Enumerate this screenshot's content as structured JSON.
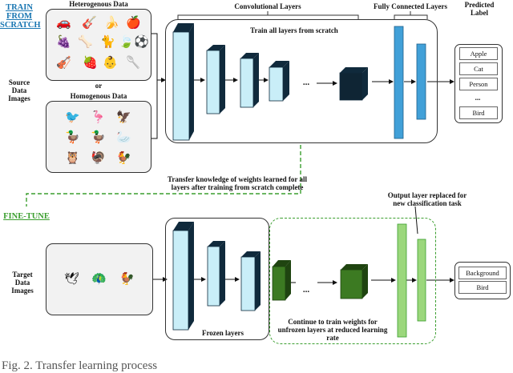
{
  "colors": {
    "train_blue": "#1976b2",
    "finetune_green": "#3a9e2e",
    "layer_dark": "#102a3c",
    "frozen_light": "#c9eef8",
    "fc_blue": "#41a0d8",
    "fc_green": "#9bd77c",
    "green_block": "#3c7a22"
  },
  "sidebar": {
    "train": {
      "line1": "TRAIN",
      "line2": "FROM",
      "line3": "SCRATCH"
    },
    "finetune": "FINE-TUNE",
    "source": {
      "line1": "Source",
      "line2": "Data",
      "line3": "Images"
    },
    "target": {
      "line1": "Target",
      "line2": "Data",
      "line3": "Images"
    }
  },
  "top": {
    "heterogenous_label": "Heterogenous Data",
    "or_label": "or",
    "homogenous_label": "Homogenous Data",
    "conv_label": "Convolutional Layers",
    "fc_label": "Fully Connected Layers",
    "train_all_label": "Train all layers from scratch",
    "predicted": {
      "line1": "Predicted",
      "line2": "Label"
    },
    "outputs": [
      "Apple",
      "Cat",
      "Person",
      "...",
      "Bird"
    ],
    "ellipsis": "..."
  },
  "transfer": {
    "line1": "Transfer knowledge of weights learned for all",
    "line2": "layers after training from scratch complete"
  },
  "bottom": {
    "output_replaced": {
      "line1": "Output layer replaced for",
      "line2": "new classification task"
    },
    "frozen_label": "Frozen layers",
    "continue": {
      "line1": "Continue to train weights for",
      "line2": "unfrozen layers at reduced learning",
      "line3": "rate"
    },
    "outputs": [
      "Background",
      "Bird"
    ],
    "ellipsis": "..."
  },
  "icons": {
    "heterogenous": [
      "car-icon",
      "guitar-icon",
      "banana-icon",
      "apple-icon",
      "grapes-icon",
      "bone-icon",
      "cat-icon",
      "leaf-icon",
      "soccer-ball-icon",
      "violin-icon",
      "strawberry-icon",
      "baby-icon",
      "spoon-icon"
    ],
    "homogenous": [
      "bird-icon",
      "flamingo-icon",
      "eagle-icon",
      "duck-icon",
      "duck-icon",
      "swan-icon",
      "owl-icon",
      "turkey-icon",
      "chicken-icon"
    ],
    "target": [
      "dove-icon",
      "peacock-icon",
      "rooster-icon"
    ]
  },
  "caption": "Fig. 2. Transfer learning process"
}
